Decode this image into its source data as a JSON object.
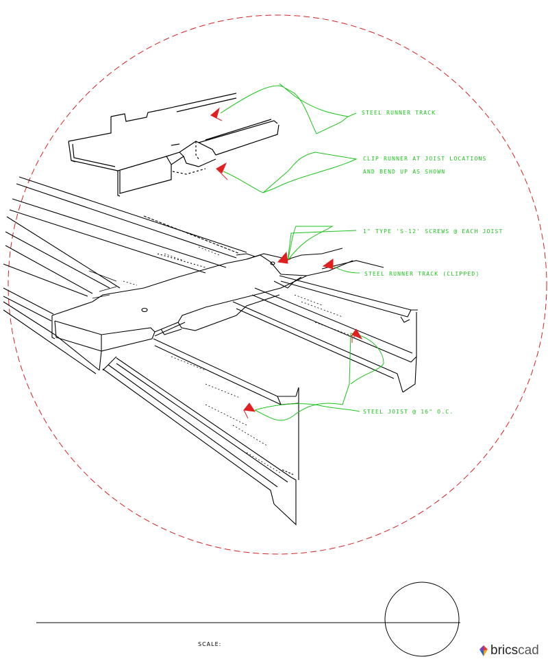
{
  "callouts": {
    "steel_runner_track": "STEEL RUNNER TRACK",
    "clip_runner_line1": "CLIP RUNNER AT JOIST LOCATIONS",
    "clip_runner_line2": "AND BEND UP AS SHOWN",
    "screws": "1\" TYPE 'S-12' SCREWS @ EACH JOIST",
    "runner_clipped": "STEEL RUNNER TRACK (CLIPPED)",
    "steel_joist": "STEEL JOIST @ 16\" O.C."
  },
  "title_block": {
    "scale_label": "SCALE:"
  },
  "brand": {
    "name_part1": "brics",
    "name_part2": "cad"
  },
  "colors": {
    "detail_circle": "#d42020",
    "leader": "#19c419",
    "arrowhead": "#e02020",
    "linework": "#000000"
  }
}
